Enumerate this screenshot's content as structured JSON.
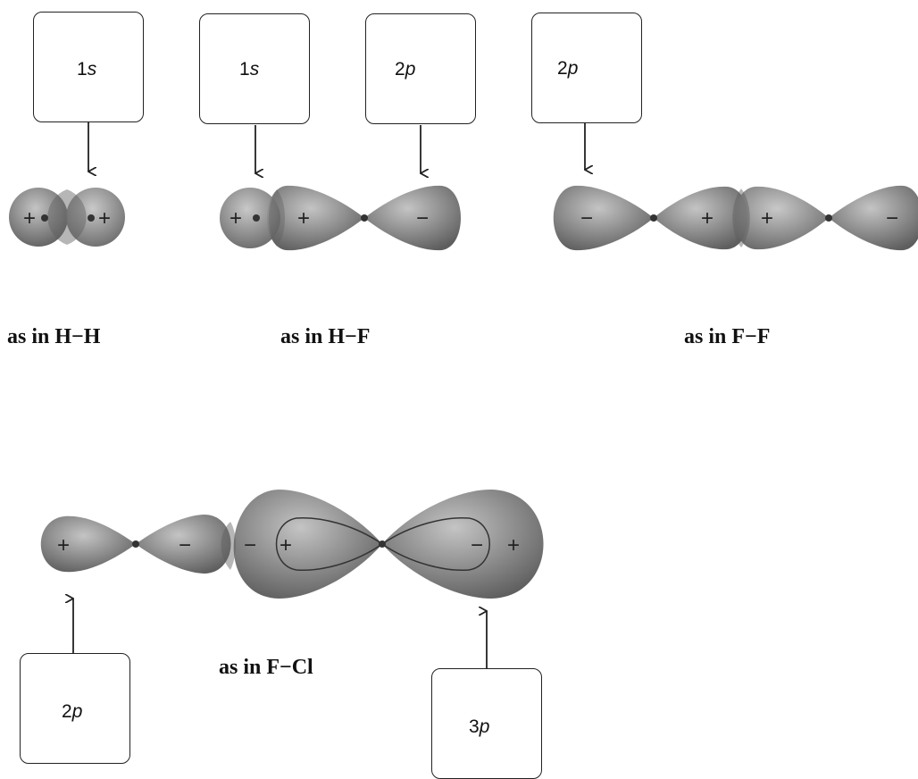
{
  "labels": {
    "hh_s": {
      "number": "1",
      "orbital": "s"
    },
    "hf_s": {
      "number": "1",
      "orbital": "s"
    },
    "hf_p": {
      "number": "2",
      "orbital": "p"
    },
    "ff_p": {
      "number": "2",
      "orbital": "p"
    },
    "fcl_f": {
      "number": "2",
      "orbital": "p"
    },
    "fcl_cl": {
      "number": "3",
      "orbital": "p"
    }
  },
  "captions": {
    "hh": "as in H−H",
    "hf": "as in H−F",
    "ff": "as in F−F",
    "fcl": "as in F−Cl"
  },
  "signs": {
    "plus": "+",
    "minus": "−"
  },
  "colors": {
    "lobe": "#8c8c8c",
    "lobe_light": "#c4c4c4",
    "lobe_dark": "#5e5e5e",
    "line": "#222222"
  }
}
